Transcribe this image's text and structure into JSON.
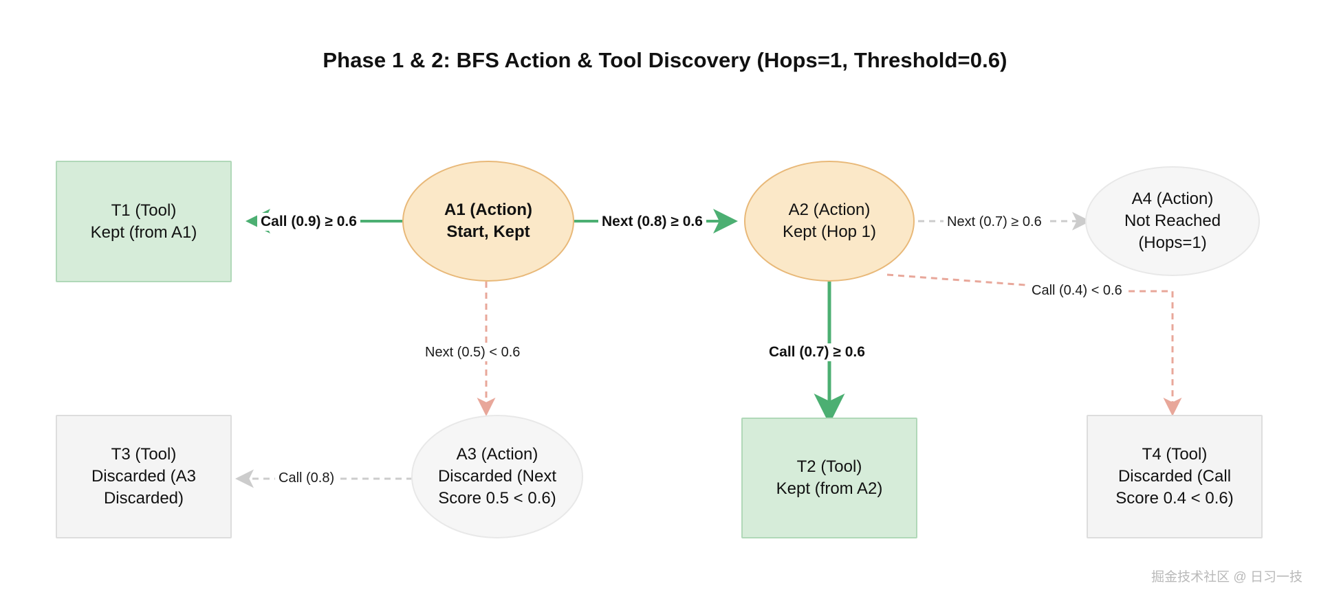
{
  "title": "Phase 1 & 2: BFS Action & Tool Discovery (Hops=1, Threshold=0.6)",
  "watermark": "掘金技术社区 @ 日习一技",
  "colors": {
    "kept_fill": "#d6ecd9",
    "kept_border": "#b0d8b8",
    "action_fill": "#fbe8c8",
    "action_border": "#e8b878",
    "discarded_fill": "#f4f4f4",
    "discarded_border": "#dddddd",
    "edge_kept": "#4caf72",
    "edge_discarded": "#e8a79a",
    "edge_neutral": "#cccccc",
    "text": "#111111"
  },
  "nodes": {
    "t1": {
      "label": "T1 (Tool)\nKept (from A1)",
      "shape": "rect",
      "state": "kept"
    },
    "a1": {
      "label": "A1 (Action)\nStart, Kept",
      "shape": "ellipse",
      "state": "action-kept"
    },
    "a2": {
      "label": "A2 (Action)\nKept (Hop 1)",
      "shape": "ellipse",
      "state": "action-kept"
    },
    "a4": {
      "label": "A4 (Action)\nNot Reached\n(Hops=1)",
      "shape": "ellipse",
      "state": "not-reached"
    },
    "t3": {
      "label": "T3 (Tool)\nDiscarded (A3\nDiscarded)",
      "shape": "rect",
      "state": "discarded"
    },
    "a3": {
      "label": "A3 (Action)\nDiscarded (Next\nScore 0.5 < 0.6)",
      "shape": "ellipse",
      "state": "discarded"
    },
    "t2": {
      "label": "T2 (Tool)\nKept (from A2)",
      "shape": "rect",
      "state": "kept"
    },
    "t4": {
      "label": "T4 (Tool)\nDiscarded (Call\nScore 0.4 < 0.6)",
      "shape": "rect",
      "state": "discarded"
    }
  },
  "edges": {
    "a1_t1": {
      "label": "Call (0.9) ≥ 0.6",
      "style": "kept",
      "from": "a1",
      "to": "t1"
    },
    "a1_a2": {
      "label": "Next (0.8) ≥ 0.6",
      "style": "kept",
      "from": "a1",
      "to": "a2"
    },
    "a2_a4": {
      "label": "Next (0.7) ≥ 0.6",
      "style": "neutral",
      "from": "a2",
      "to": "a4"
    },
    "a1_a3": {
      "label": "Next (0.5) < 0.6",
      "style": "discarded",
      "from": "a1",
      "to": "a3"
    },
    "a2_t2": {
      "label": "Call (0.7) ≥ 0.6",
      "style": "kept",
      "from": "a2",
      "to": "t2"
    },
    "a3_t3": {
      "label": "Call (0.8)",
      "style": "neutral",
      "from": "a3",
      "to": "t3"
    },
    "a2_t4": {
      "label": "Call (0.4) < 0.6",
      "style": "discarded",
      "from": "a2",
      "to": "t4"
    }
  },
  "chart_data": {
    "type": "diagram",
    "title": "Phase 1 & 2: BFS Action & Tool Discovery (Hops=1, Threshold=0.6)",
    "threshold": 0.6,
    "hops": 1,
    "nodes": [
      {
        "id": "A1",
        "type": "Action",
        "status": "Start, Kept",
        "shape": "ellipse"
      },
      {
        "id": "A2",
        "type": "Action",
        "status": "Kept (Hop 1)",
        "shape": "ellipse"
      },
      {
        "id": "A3",
        "type": "Action",
        "status": "Discarded (Next Score 0.5 < 0.6)",
        "shape": "ellipse"
      },
      {
        "id": "A4",
        "type": "Action",
        "status": "Not Reached (Hops=1)",
        "shape": "ellipse"
      },
      {
        "id": "T1",
        "type": "Tool",
        "status": "Kept (from A1)",
        "shape": "rect"
      },
      {
        "id": "T2",
        "type": "Tool",
        "status": "Kept (from A2)",
        "shape": "rect"
      },
      {
        "id": "T3",
        "type": "Tool",
        "status": "Discarded (A3 Discarded)",
        "shape": "rect"
      },
      {
        "id": "T4",
        "type": "Tool",
        "status": "Discarded (Call Score 0.4 < 0.6)",
        "shape": "rect"
      }
    ],
    "edges": [
      {
        "from": "A1",
        "to": "T1",
        "relation": "Call",
        "score": 0.9,
        "passes": true
      },
      {
        "from": "A1",
        "to": "A2",
        "relation": "Next",
        "score": 0.8,
        "passes": true
      },
      {
        "from": "A1",
        "to": "A3",
        "relation": "Next",
        "score": 0.5,
        "passes": false
      },
      {
        "from": "A2",
        "to": "A4",
        "relation": "Next",
        "score": 0.7,
        "passes": true
      },
      {
        "from": "A2",
        "to": "T2",
        "relation": "Call",
        "score": 0.7,
        "passes": true
      },
      {
        "from": "A2",
        "to": "T4",
        "relation": "Call",
        "score": 0.4,
        "passes": false
      },
      {
        "from": "A3",
        "to": "T3",
        "relation": "Call",
        "score": 0.8,
        "passes": null
      }
    ]
  }
}
